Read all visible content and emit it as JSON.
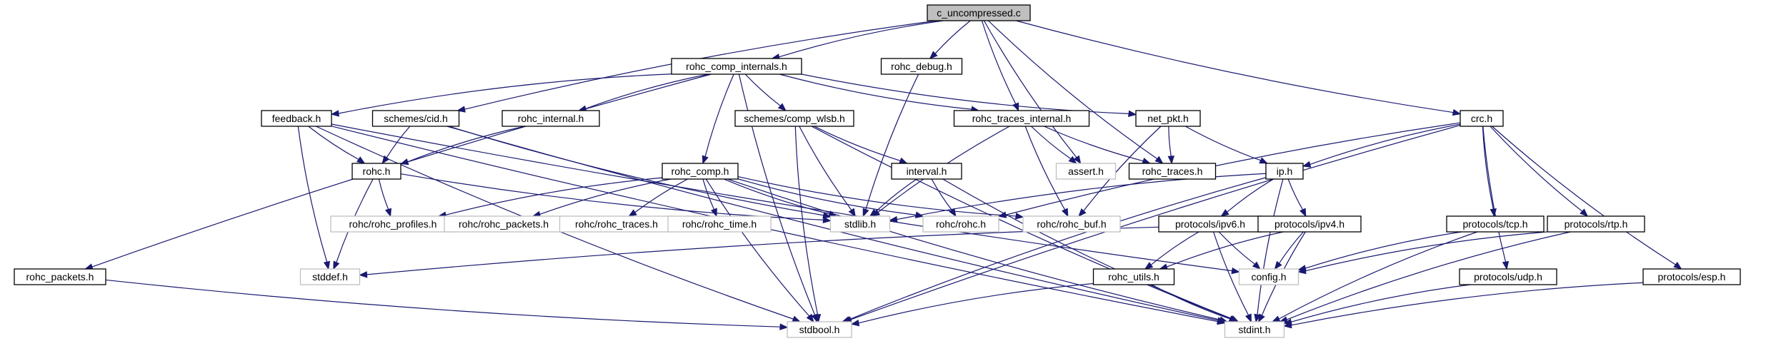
{
  "colors": {
    "edge": "#191970",
    "main_fill": "#bfbfbf",
    "header_border": "#000000",
    "system_border": "#bfbfbf",
    "background": "#ffffff"
  },
  "nodes": [
    {
      "id": "c_uncompressed_c",
      "label": "c_uncompressed.c",
      "kind": "main"
    },
    {
      "id": "rohc_comp_internals_h",
      "label": "rohc_comp_internals.h",
      "kind": "header"
    },
    {
      "id": "rohc_debug_h",
      "label": "rohc_debug.h",
      "kind": "header"
    },
    {
      "id": "crc_h",
      "label": "crc.h",
      "kind": "header"
    },
    {
      "id": "feedback_h",
      "label": "feedback.h",
      "kind": "header"
    },
    {
      "id": "schemes_cid_h",
      "label": "schemes/cid.h",
      "kind": "header"
    },
    {
      "id": "rohc_internal_h",
      "label": "rohc_internal.h",
      "kind": "header"
    },
    {
      "id": "schemes_comp_wlsb_h",
      "label": "schemes/comp_wlsb.h",
      "kind": "header"
    },
    {
      "id": "rohc_traces_internal_h",
      "label": "rohc_traces_internal.h",
      "kind": "header"
    },
    {
      "id": "net_pkt_h",
      "label": "net_pkt.h",
      "kind": "header"
    },
    {
      "id": "rohc_h",
      "label": "rohc.h",
      "kind": "header"
    },
    {
      "id": "rohc_comp_h",
      "label": "rohc_comp.h",
      "kind": "header"
    },
    {
      "id": "interval_h",
      "label": "interval.h",
      "kind": "header"
    },
    {
      "id": "assert_h",
      "label": "assert.h",
      "kind": "sys"
    },
    {
      "id": "rohc_traces_h",
      "label": "rohc_traces.h",
      "kind": "header"
    },
    {
      "id": "ip_h",
      "label": "ip.h",
      "kind": "header"
    },
    {
      "id": "rohc_rohc_profiles_h",
      "label": "rohc/rohc_profiles.h",
      "kind": "sys"
    },
    {
      "id": "rohc_rohc_packets_h",
      "label": "rohc/rohc_packets.h",
      "kind": "sys"
    },
    {
      "id": "rohc_rohc_traces_h",
      "label": "rohc/rohc_traces.h",
      "kind": "sys"
    },
    {
      "id": "rohc_rohc_time_h",
      "label": "rohc/rohc_time.h",
      "kind": "sys"
    },
    {
      "id": "stdlib_h",
      "label": "stdlib.h",
      "kind": "sys"
    },
    {
      "id": "rohc_rohc_h",
      "label": "rohc/rohc.h",
      "kind": "sys"
    },
    {
      "id": "rohc_rohc_buf_h",
      "label": "rohc/rohc_buf.h",
      "kind": "sys"
    },
    {
      "id": "protocols_ipv6_h",
      "label": "protocols/ipv6.h",
      "kind": "header"
    },
    {
      "id": "protocols_ipv4_h",
      "label": "protocols/ipv4.h",
      "kind": "header"
    },
    {
      "id": "protocols_tcp_h",
      "label": "protocols/tcp.h",
      "kind": "header"
    },
    {
      "id": "protocols_rtp_h",
      "label": "protocols/rtp.h",
      "kind": "header"
    },
    {
      "id": "rohc_packets_h",
      "label": "rohc_packets.h",
      "kind": "header"
    },
    {
      "id": "stddef_h",
      "label": "stddef.h",
      "kind": "sys"
    },
    {
      "id": "config_h",
      "label": "config.h",
      "kind": "sys"
    },
    {
      "id": "rohc_utils_h",
      "label": "rohc_utils.h",
      "kind": "header"
    },
    {
      "id": "protocols_udp_h",
      "label": "protocols/udp.h",
      "kind": "header"
    },
    {
      "id": "protocols_esp_h",
      "label": "protocols/esp.h",
      "kind": "header"
    },
    {
      "id": "stdbool_h",
      "label": "stdbool.h",
      "kind": "sys"
    },
    {
      "id": "stdint_h",
      "label": "stdint.h",
      "kind": "sys"
    }
  ],
  "edges": [
    [
      "c_uncompressed_c",
      "rohc_comp_internals_h"
    ],
    [
      "c_uncompressed_c",
      "rohc_debug_h"
    ],
    [
      "c_uncompressed_c",
      "crc_h"
    ],
    [
      "c_uncompressed_c",
      "schemes_cid_h"
    ],
    [
      "c_uncompressed_c",
      "rohc_traces_internal_h"
    ],
    [
      "c_uncompressed_c",
      "assert_h"
    ],
    [
      "c_uncompressed_c",
      "rohc_traces_h"
    ],
    [
      "rohc_comp_internals_h",
      "feedback_h"
    ],
    [
      "rohc_comp_internals_h",
      "rohc_internal_h"
    ],
    [
      "rohc_comp_internals_h",
      "schemes_comp_wlsb_h"
    ],
    [
      "rohc_comp_internals_h",
      "rohc_traces_internal_h"
    ],
    [
      "rohc_comp_internals_h",
      "net_pkt_h"
    ],
    [
      "rohc_comp_internals_h",
      "rohc_comp_h"
    ],
    [
      "rohc_comp_internals_h",
      "rohc_packets_h"
    ],
    [
      "rohc_comp_internals_h",
      "stdbool_h"
    ],
    [
      "rohc_debug_h",
      "stdlib_h"
    ],
    [
      "crc_h",
      "ip_h"
    ],
    [
      "crc_h",
      "protocols_tcp_h"
    ],
    [
      "crc_h",
      "protocols_rtp_h"
    ],
    [
      "crc_h",
      "protocols_udp_h"
    ],
    [
      "crc_h",
      "protocols_esp_h"
    ],
    [
      "crc_h",
      "stdbool_h"
    ],
    [
      "crc_h",
      "rohc_rohc_h"
    ],
    [
      "feedback_h",
      "rohc_h"
    ],
    [
      "feedback_h",
      "stddef_h"
    ],
    [
      "feedback_h",
      "config_h"
    ],
    [
      "feedback_h",
      "stdbool_h"
    ],
    [
      "feedback_h",
      "stdint_h"
    ],
    [
      "schemes_cid_h",
      "rohc_h"
    ],
    [
      "schemes_cid_h",
      "stdlib_h"
    ],
    [
      "schemes_cid_h",
      "stdint_h"
    ],
    [
      "rohc_internal_h",
      "rohc_h"
    ],
    [
      "schemes_comp_wlsb_h",
      "interval_h"
    ],
    [
      "schemes_comp_wlsb_h",
      "stdlib_h"
    ],
    [
      "schemes_comp_wlsb_h",
      "stdbool_h"
    ],
    [
      "schemes_comp_wlsb_h",
      "stdint_h"
    ],
    [
      "rohc_traces_internal_h",
      "assert_h"
    ],
    [
      "rohc_traces_internal_h",
      "rohc_traces_h"
    ],
    [
      "rohc_traces_internal_h",
      "stdlib_h"
    ],
    [
      "rohc_traces_internal_h",
      "rohc_rohc_buf_h"
    ],
    [
      "net_pkt_h",
      "rohc_traces_h"
    ],
    [
      "net_pkt_h",
      "ip_h"
    ],
    [
      "net_pkt_h",
      "rohc_rohc_buf_h"
    ],
    [
      "rohc_h",
      "rohc_rohc_profiles_h"
    ],
    [
      "rohc_h",
      "stddef_h"
    ],
    [
      "rohc_h",
      "stdlib_h"
    ],
    [
      "rohc_comp_h",
      "rohc_rohc_profiles_h"
    ],
    [
      "rohc_comp_h",
      "rohc_rohc_packets_h"
    ],
    [
      "rohc_comp_h",
      "rohc_rohc_traces_h"
    ],
    [
      "rohc_comp_h",
      "rohc_rohc_time_h"
    ],
    [
      "rohc_comp_h",
      "stdlib_h"
    ],
    [
      "rohc_comp_h",
      "rohc_rohc_h"
    ],
    [
      "rohc_comp_h",
      "rohc_rohc_buf_h"
    ],
    [
      "rohc_comp_h",
      "stdbool_h"
    ],
    [
      "rohc_comp_h",
      "stdint_h"
    ],
    [
      "interval_h",
      "stdlib_h"
    ],
    [
      "interval_h",
      "rohc_rohc_h"
    ],
    [
      "interval_h",
      "stdint_h"
    ],
    [
      "ip_h",
      "protocols_ipv6_h"
    ],
    [
      "ip_h",
      "protocols_ipv4_h"
    ],
    [
      "ip_h",
      "stdlib_h"
    ],
    [
      "ip_h",
      "stdbool_h"
    ],
    [
      "ip_h",
      "stdint_h"
    ],
    [
      "protocols_ipv6_h",
      "rohc_utils_h"
    ],
    [
      "protocols_ipv6_h",
      "stddef_h"
    ],
    [
      "protocols_ipv6_h",
      "config_h"
    ],
    [
      "protocols_ipv6_h",
      "stdint_h"
    ],
    [
      "protocols_ipv4_h",
      "rohc_utils_h"
    ],
    [
      "protocols_ipv4_h",
      "config_h"
    ],
    [
      "protocols_ipv4_h",
      "stdint_h"
    ],
    [
      "protocols_tcp_h",
      "config_h"
    ],
    [
      "protocols_tcp_h",
      "stdint_h"
    ],
    [
      "protocols_rtp_h",
      "config_h"
    ],
    [
      "protocols_rtp_h",
      "stdint_h"
    ],
    [
      "rohc_packets_h",
      "stdbool_h"
    ],
    [
      "rohc_utils_h",
      "stdbool_h"
    ],
    [
      "rohc_utils_h",
      "stdint_h"
    ],
    [
      "protocols_udp_h",
      "stdint_h"
    ],
    [
      "protocols_esp_h",
      "stdint_h"
    ]
  ]
}
